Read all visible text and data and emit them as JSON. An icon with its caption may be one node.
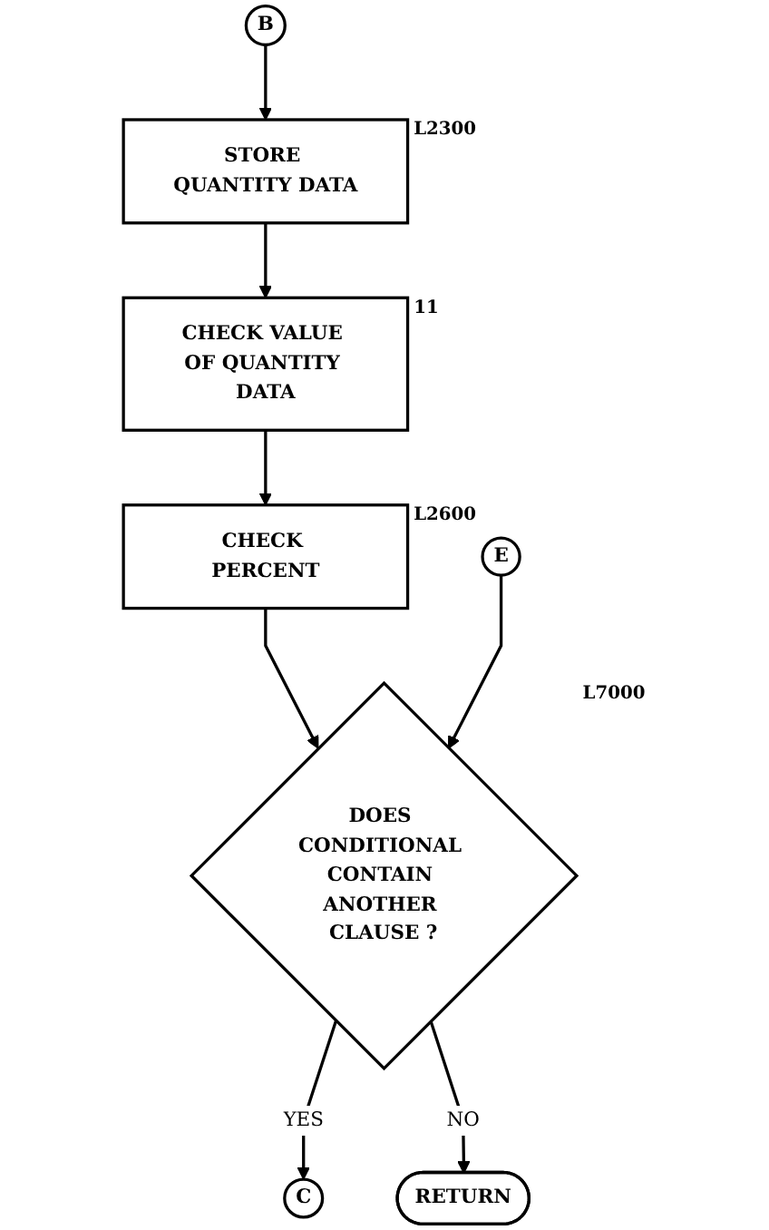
{
  "diagram": {
    "nodes": [
      {
        "text": [
          "B"
        ]
      },
      {
        "text": [
          "STORE QUANTITY DATA"
        ],
        "beside": [
          "L2300"
        ]
      },
      {
        "text": [
          "CHECK VALUE OF QUANTITY DATA"
        ],
        "beside": [
          "11"
        ]
      },
      {
        "text": [
          "CHECK PERCENT"
        ],
        "beside": [
          "L2600"
        ]
      },
      {
        "text": [
          "E"
        ]
      },
      {
        "text": [
          "DOES CONDITIONAL CONTAIN ANOTHER CLAUSE ?"
        ],
        "beside": [
          "L7000"
        ]
      },
      {
        "text": [
          "C"
        ]
      },
      {
        "text": [
          "RETURN"
        ]
      }
    ],
    "edges": [
      {
        "from": 0,
        "to": 1,
        "arrow": "to"
      },
      {
        "from": 1,
        "to": 2,
        "arrow": "to"
      },
      {
        "from": 2,
        "to": 3,
        "arrow": "to"
      },
      {
        "from": 3,
        "to": 5,
        "arrow": "to"
      },
      {
        "from": 4,
        "to": 5,
        "arrow": "to"
      },
      {
        "from": 5,
        "to": 6,
        "label": "YES",
        "arrow": "to"
      },
      {
        "from": 5,
        "to": 7,
        "label": "NO",
        "arrow": "to"
      }
    ]
  }
}
